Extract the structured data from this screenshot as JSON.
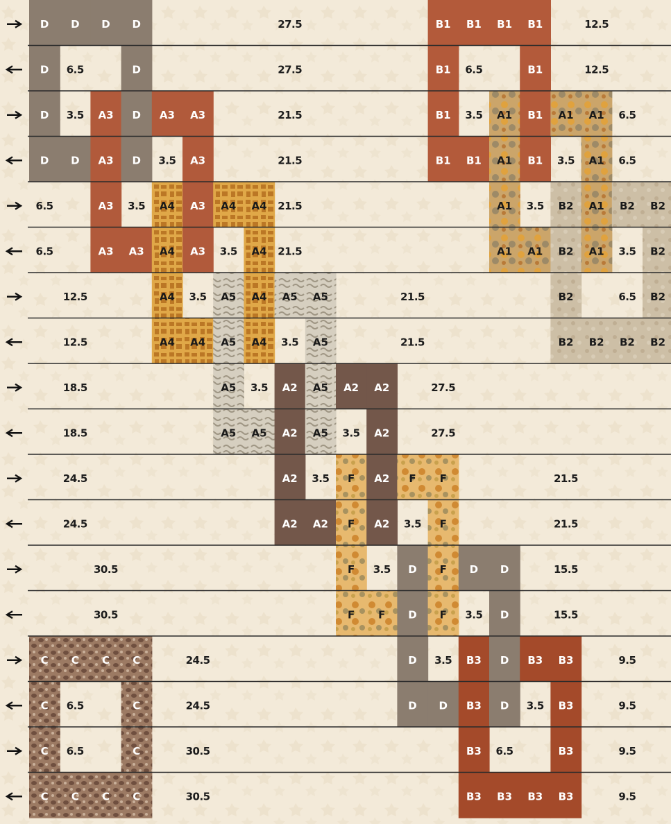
{
  "legend": {
    "fabrics": {
      "D": {
        "color": "#8b7d6f",
        "texture": "solid",
        "name": "D"
      },
      "B1": {
        "color": "#b35a3a",
        "texture": "solid",
        "name": "B1"
      },
      "A3": {
        "color": "#b15a3b",
        "texture": "solid",
        "name": "A3"
      },
      "A1": {
        "color": "#c79a5a",
        "texture": "floral",
        "name": "A1"
      },
      "A4": {
        "color": "#d8a240",
        "texture": "giraffe",
        "name": "A4"
      },
      "B2": {
        "color": "#cbbca2",
        "texture": "solid",
        "name": "B2"
      },
      "A5": {
        "color": "#d2cbbd",
        "texture": "feather",
        "name": "A5"
      },
      "A2": {
        "color": "#73574a",
        "texture": "solid",
        "name": "A2"
      },
      "F": {
        "color": "#e5b56a",
        "texture": "floral",
        "name": "F"
      },
      "C": {
        "color": "#8a6a55",
        "texture": "stone",
        "name": "C"
      },
      "B3": {
        "color": "#a44a2a",
        "texture": "solid",
        "name": "B3"
      }
    },
    "background_color": "#f3ead9",
    "arrow_right": "arrow-right-icon",
    "arrow_left": "arrow-left-icon"
  },
  "rows": [
    {
      "dir": "right",
      "cells": [
        {
          "c": 1,
          "t": "D",
          "fill": "D"
        },
        {
          "c": 2,
          "t": "D",
          "fill": "D"
        },
        {
          "c": 3,
          "t": "D",
          "fill": "D"
        },
        {
          "c": 4,
          "t": "D",
          "fill": "D"
        },
        {
          "c": 9,
          "t": "27.5"
        },
        {
          "c": 14,
          "t": "B1",
          "fill": "B1"
        },
        {
          "c": 15,
          "t": "B1",
          "fill": "B1"
        },
        {
          "c": 16,
          "t": "B1",
          "fill": "B1"
        },
        {
          "c": 17,
          "t": "B1",
          "fill": "B1"
        },
        {
          "c": 19,
          "t": "12.5"
        }
      ]
    },
    {
      "dir": "left",
      "cells": [
        {
          "c": 1,
          "t": "D",
          "fill": "D"
        },
        {
          "c": 2,
          "t": "6.5"
        },
        {
          "c": 4,
          "t": "D",
          "fill": "D"
        },
        {
          "c": 9,
          "t": "27.5"
        },
        {
          "c": 14,
          "t": "B1",
          "fill": "B1"
        },
        {
          "c": 15,
          "t": "6.5"
        },
        {
          "c": 17,
          "t": "B1",
          "fill": "B1"
        },
        {
          "c": 19,
          "t": "12.5"
        }
      ]
    },
    {
      "dir": "right",
      "cells": [
        {
          "c": 1,
          "t": "D",
          "fill": "D"
        },
        {
          "c": 2,
          "t": "3.5"
        },
        {
          "c": 3,
          "t": "A3",
          "fill": "A3"
        },
        {
          "c": 4,
          "t": "D",
          "fill": "D"
        },
        {
          "c": 5,
          "t": "A3",
          "fill": "A3"
        },
        {
          "c": 6,
          "t": "A3",
          "fill": "A3"
        },
        {
          "c": 9,
          "t": "21.5"
        },
        {
          "c": 14,
          "t": "B1",
          "fill": "B1"
        },
        {
          "c": 15,
          "t": "3.5"
        },
        {
          "c": 16,
          "t": "A1",
          "fill": "A1"
        },
        {
          "c": 17,
          "t": "B1",
          "fill": "B1"
        },
        {
          "c": 18,
          "t": "A1",
          "fill": "A1"
        },
        {
          "c": 19,
          "t": "A1",
          "fill": "A1"
        },
        {
          "c": 20,
          "t": "6.5"
        }
      ]
    },
    {
      "dir": "left",
      "cells": [
        {
          "c": 1,
          "t": "D",
          "fill": "D"
        },
        {
          "c": 2,
          "t": "D",
          "fill": "D"
        },
        {
          "c": 3,
          "t": "A3",
          "fill": "A3"
        },
        {
          "c": 4,
          "t": "D",
          "fill": "D"
        },
        {
          "c": 5,
          "t": "3.5"
        },
        {
          "c": 6,
          "t": "A3",
          "fill": "A3"
        },
        {
          "c": 9,
          "t": "21.5"
        },
        {
          "c": 14,
          "t": "B1",
          "fill": "B1"
        },
        {
          "c": 15,
          "t": "B1",
          "fill": "B1"
        },
        {
          "c": 16,
          "t": "A1",
          "fill": "A1"
        },
        {
          "c": 17,
          "t": "B1",
          "fill": "B1"
        },
        {
          "c": 18,
          "t": "3.5"
        },
        {
          "c": 19,
          "t": "A1",
          "fill": "A1"
        },
        {
          "c": 20,
          "t": "6.5"
        }
      ]
    },
    {
      "dir": "right",
      "cells": [
        {
          "c": 1,
          "t": "6.5"
        },
        {
          "c": 3,
          "t": "A3",
          "fill": "A3"
        },
        {
          "c": 4,
          "t": "3.5"
        },
        {
          "c": 5,
          "t": "A4",
          "fill": "A4"
        },
        {
          "c": 6,
          "t": "A3",
          "fill": "A3"
        },
        {
          "c": 7,
          "t": "A4",
          "fill": "A4"
        },
        {
          "c": 8,
          "t": "A4",
          "fill": "A4"
        },
        {
          "c": 9,
          "t": "21.5"
        },
        {
          "c": 16,
          "t": "A1",
          "fill": "A1"
        },
        {
          "c": 17,
          "t": "3.5"
        },
        {
          "c": 18,
          "t": "B2",
          "fill": "B2"
        },
        {
          "c": 19,
          "t": "A1",
          "fill": "A1"
        },
        {
          "c": 20,
          "t": "B2",
          "fill": "B2"
        },
        {
          "c": 21,
          "t": "B2",
          "fill": "B2"
        }
      ]
    },
    {
      "dir": "left",
      "cells": [
        {
          "c": 1,
          "t": "6.5"
        },
        {
          "c": 3,
          "t": "A3",
          "fill": "A3"
        },
        {
          "c": 4,
          "t": "A3",
          "fill": "A3"
        },
        {
          "c": 5,
          "t": "A4",
          "fill": "A4"
        },
        {
          "c": 6,
          "t": "A3",
          "fill": "A3"
        },
        {
          "c": 7,
          "t": "3.5"
        },
        {
          "c": 8,
          "t": "A4",
          "fill": "A4"
        },
        {
          "c": 9,
          "t": "21.5"
        },
        {
          "c": 16,
          "t": "A1",
          "fill": "A1"
        },
        {
          "c": 17,
          "t": "A1",
          "fill": "A1"
        },
        {
          "c": 18,
          "t": "B2",
          "fill": "B2"
        },
        {
          "c": 19,
          "t": "A1",
          "fill": "A1"
        },
        {
          "c": 20,
          "t": "3.5"
        },
        {
          "c": 21,
          "t": "B2",
          "fill": "B2"
        }
      ]
    },
    {
      "dir": "right",
      "cells": [
        {
          "c": 2,
          "t": "12.5"
        },
        {
          "c": 5,
          "t": "A4",
          "fill": "A4"
        },
        {
          "c": 6,
          "t": "3.5"
        },
        {
          "c": 7,
          "t": "A5",
          "fill": "A5"
        },
        {
          "c": 8,
          "t": "A4",
          "fill": "A4"
        },
        {
          "c": 9,
          "t": "A5",
          "fill": "A5"
        },
        {
          "c": 10,
          "t": "A5",
          "fill": "A5"
        },
        {
          "c": 13,
          "t": "21.5"
        },
        {
          "c": 18,
          "t": "B2",
          "fill": "B2"
        },
        {
          "c": 20,
          "t": "6.5"
        },
        {
          "c": 21,
          "t": "B2",
          "fill": "B2"
        }
      ]
    },
    {
      "dir": "left",
      "cells": [
        {
          "c": 2,
          "t": "12.5"
        },
        {
          "c": 5,
          "t": "A4",
          "fill": "A4"
        },
        {
          "c": 6,
          "t": "A4",
          "fill": "A4"
        },
        {
          "c": 7,
          "t": "A5",
          "fill": "A5"
        },
        {
          "c": 8,
          "t": "A4",
          "fill": "A4"
        },
        {
          "c": 9,
          "t": "3.5"
        },
        {
          "c": 10,
          "t": "A5",
          "fill": "A5"
        },
        {
          "c": 13,
          "t": "21.5"
        },
        {
          "c": 18,
          "t": "B2",
          "fill": "B2"
        },
        {
          "c": 19,
          "t": "B2",
          "fill": "B2"
        },
        {
          "c": 20,
          "t": "B2",
          "fill": "B2"
        },
        {
          "c": 21,
          "t": "B2",
          "fill": "B2"
        }
      ]
    },
    {
      "dir": "right",
      "cells": [
        {
          "c": 2,
          "t": "18.5"
        },
        {
          "c": 7,
          "t": "A5",
          "fill": "A5"
        },
        {
          "c": 8,
          "t": "3.5"
        },
        {
          "c": 9,
          "t": "A2",
          "fill": "A2"
        },
        {
          "c": 10,
          "t": "A5",
          "fill": "A5"
        },
        {
          "c": 11,
          "t": "A2",
          "fill": "A2"
        },
        {
          "c": 12,
          "t": "A2",
          "fill": "A2"
        },
        {
          "c": 14,
          "t": "27.5"
        }
      ]
    },
    {
      "dir": "left",
      "cells": [
        {
          "c": 2,
          "t": "18.5"
        },
        {
          "c": 7,
          "t": "A5",
          "fill": "A5"
        },
        {
          "c": 8,
          "t": "A5",
          "fill": "A5"
        },
        {
          "c": 9,
          "t": "A2",
          "fill": "A2"
        },
        {
          "c": 10,
          "t": "A5",
          "fill": "A5"
        },
        {
          "c": 11,
          "t": "3.5"
        },
        {
          "c": 12,
          "t": "A2",
          "fill": "A2"
        },
        {
          "c": 14,
          "t": "27.5"
        }
      ]
    },
    {
      "dir": "right",
      "cells": [
        {
          "c": 2,
          "t": "24.5"
        },
        {
          "c": 9,
          "t": "A2",
          "fill": "A2"
        },
        {
          "c": 10,
          "t": "3.5"
        },
        {
          "c": 11,
          "t": "F",
          "fill": "F"
        },
        {
          "c": 12,
          "t": "A2",
          "fill": "A2"
        },
        {
          "c": 13,
          "t": "F",
          "fill": "F"
        },
        {
          "c": 14,
          "t": "F",
          "fill": "F"
        },
        {
          "c": 18,
          "t": "21.5"
        }
      ]
    },
    {
      "dir": "left",
      "cells": [
        {
          "c": 2,
          "t": "24.5"
        },
        {
          "c": 9,
          "t": "A2",
          "fill": "A2"
        },
        {
          "c": 10,
          "t": "A2",
          "fill": "A2"
        },
        {
          "c": 11,
          "t": "F",
          "fill": "F"
        },
        {
          "c": 12,
          "t": "A2",
          "fill": "A2"
        },
        {
          "c": 13,
          "t": "3.5"
        },
        {
          "c": 14,
          "t": "F",
          "fill": "F"
        },
        {
          "c": 18,
          "t": "21.5"
        }
      ]
    },
    {
      "dir": "right",
      "cells": [
        {
          "c": 3,
          "t": "30.5"
        },
        {
          "c": 11,
          "t": "F",
          "fill": "F"
        },
        {
          "c": 12,
          "t": "3.5"
        },
        {
          "c": 13,
          "t": "D",
          "fill": "D"
        },
        {
          "c": 14,
          "t": "F",
          "fill": "F"
        },
        {
          "c": 15,
          "t": "D",
          "fill": "D"
        },
        {
          "c": 16,
          "t": "D",
          "fill": "D"
        },
        {
          "c": 18,
          "t": "15.5"
        }
      ]
    },
    {
      "dir": "left",
      "cells": [
        {
          "c": 3,
          "t": "30.5"
        },
        {
          "c": 11,
          "t": "F",
          "fill": "F"
        },
        {
          "c": 12,
          "t": "F",
          "fill": "F"
        },
        {
          "c": 13,
          "t": "D",
          "fill": "D"
        },
        {
          "c": 14,
          "t": "F",
          "fill": "F"
        },
        {
          "c": 15,
          "t": "3.5"
        },
        {
          "c": 16,
          "t": "D",
          "fill": "D"
        },
        {
          "c": 18,
          "t": "15.5"
        }
      ]
    },
    {
      "dir": "right",
      "cells": [
        {
          "c": 1,
          "t": "C",
          "fill": "C"
        },
        {
          "c": 2,
          "t": "C",
          "fill": "C"
        },
        {
          "c": 3,
          "t": "C",
          "fill": "C"
        },
        {
          "c": 4,
          "t": "C",
          "fill": "C"
        },
        {
          "c": 6,
          "t": "24.5"
        },
        {
          "c": 13,
          "t": "D",
          "fill": "D"
        },
        {
          "c": 14,
          "t": "3.5"
        },
        {
          "c": 15,
          "t": "B3",
          "fill": "B3"
        },
        {
          "c": 16,
          "t": "D",
          "fill": "D"
        },
        {
          "c": 17,
          "t": "B3",
          "fill": "B3"
        },
        {
          "c": 18,
          "t": "B3",
          "fill": "B3"
        },
        {
          "c": 20,
          "t": "9.5"
        }
      ]
    },
    {
      "dir": "left",
      "cells": [
        {
          "c": 1,
          "t": "C",
          "fill": "C"
        },
        {
          "c": 2,
          "t": "6.5"
        },
        {
          "c": 4,
          "t": "C",
          "fill": "C"
        },
        {
          "c": 6,
          "t": "24.5"
        },
        {
          "c": 13,
          "t": "D",
          "fill": "D"
        },
        {
          "c": 14,
          "t": "D",
          "fill": "D"
        },
        {
          "c": 15,
          "t": "B3",
          "fill": "B3"
        },
        {
          "c": 16,
          "t": "D",
          "fill": "D"
        },
        {
          "c": 17,
          "t": "3.5"
        },
        {
          "c": 18,
          "t": "B3",
          "fill": "B3"
        },
        {
          "c": 20,
          "t": "9.5"
        }
      ]
    },
    {
      "dir": "right",
      "cells": [
        {
          "c": 1,
          "t": "C",
          "fill": "C"
        },
        {
          "c": 2,
          "t": "6.5"
        },
        {
          "c": 4,
          "t": "C",
          "fill": "C"
        },
        {
          "c": 6,
          "t": "30.5"
        },
        {
          "c": 15,
          "t": "B3",
          "fill": "B3"
        },
        {
          "c": 16,
          "t": "6.5"
        },
        {
          "c": 18,
          "t": "B3",
          "fill": "B3"
        },
        {
          "c": 20,
          "t": "9.5"
        }
      ]
    },
    {
      "dir": "left",
      "cells": [
        {
          "c": 1,
          "t": "C",
          "fill": "C"
        },
        {
          "c": 2,
          "t": "C",
          "fill": "C"
        },
        {
          "c": 3,
          "t": "C",
          "fill": "C"
        },
        {
          "c": 4,
          "t": "C",
          "fill": "C"
        },
        {
          "c": 6,
          "t": "30.5"
        },
        {
          "c": 15,
          "t": "B3",
          "fill": "B3"
        },
        {
          "c": 16,
          "t": "B3",
          "fill": "B3"
        },
        {
          "c": 17,
          "t": "B3",
          "fill": "B3"
        },
        {
          "c": 18,
          "t": "B3",
          "fill": "B3"
        },
        {
          "c": 20,
          "t": "9.5"
        }
      ]
    }
  ]
}
